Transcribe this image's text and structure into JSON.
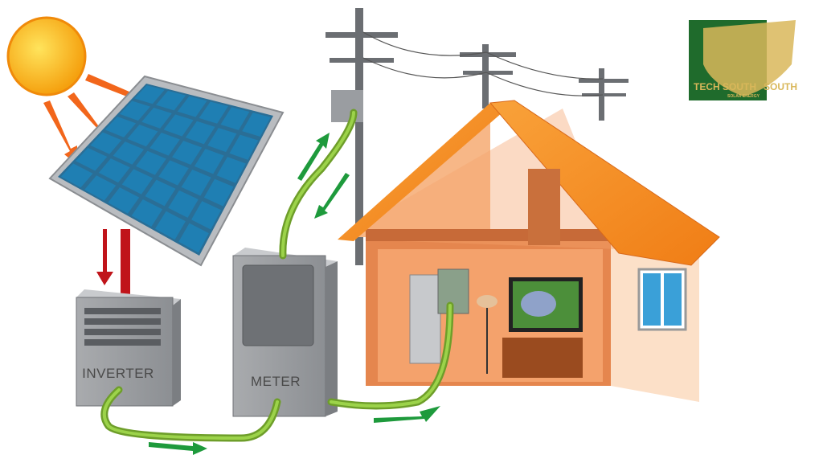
{
  "labels": {
    "inverter": "INVERTER",
    "meter": "METER"
  },
  "logo": {
    "name": "TECH SOUTH",
    "tagline": "SOLAR ENERGY"
  },
  "colors": {
    "sun": "#f9b81a",
    "panel_cell": "#1f7fb3",
    "cable": "#8cc63f",
    "arrow_green": "#1e9a3c",
    "arrow_red": "#c0141a",
    "roof": "#f58a1f",
    "wall": "#f3a46a",
    "logo_green": "#1f6b2c",
    "logo_gold": "#d9b75a"
  }
}
